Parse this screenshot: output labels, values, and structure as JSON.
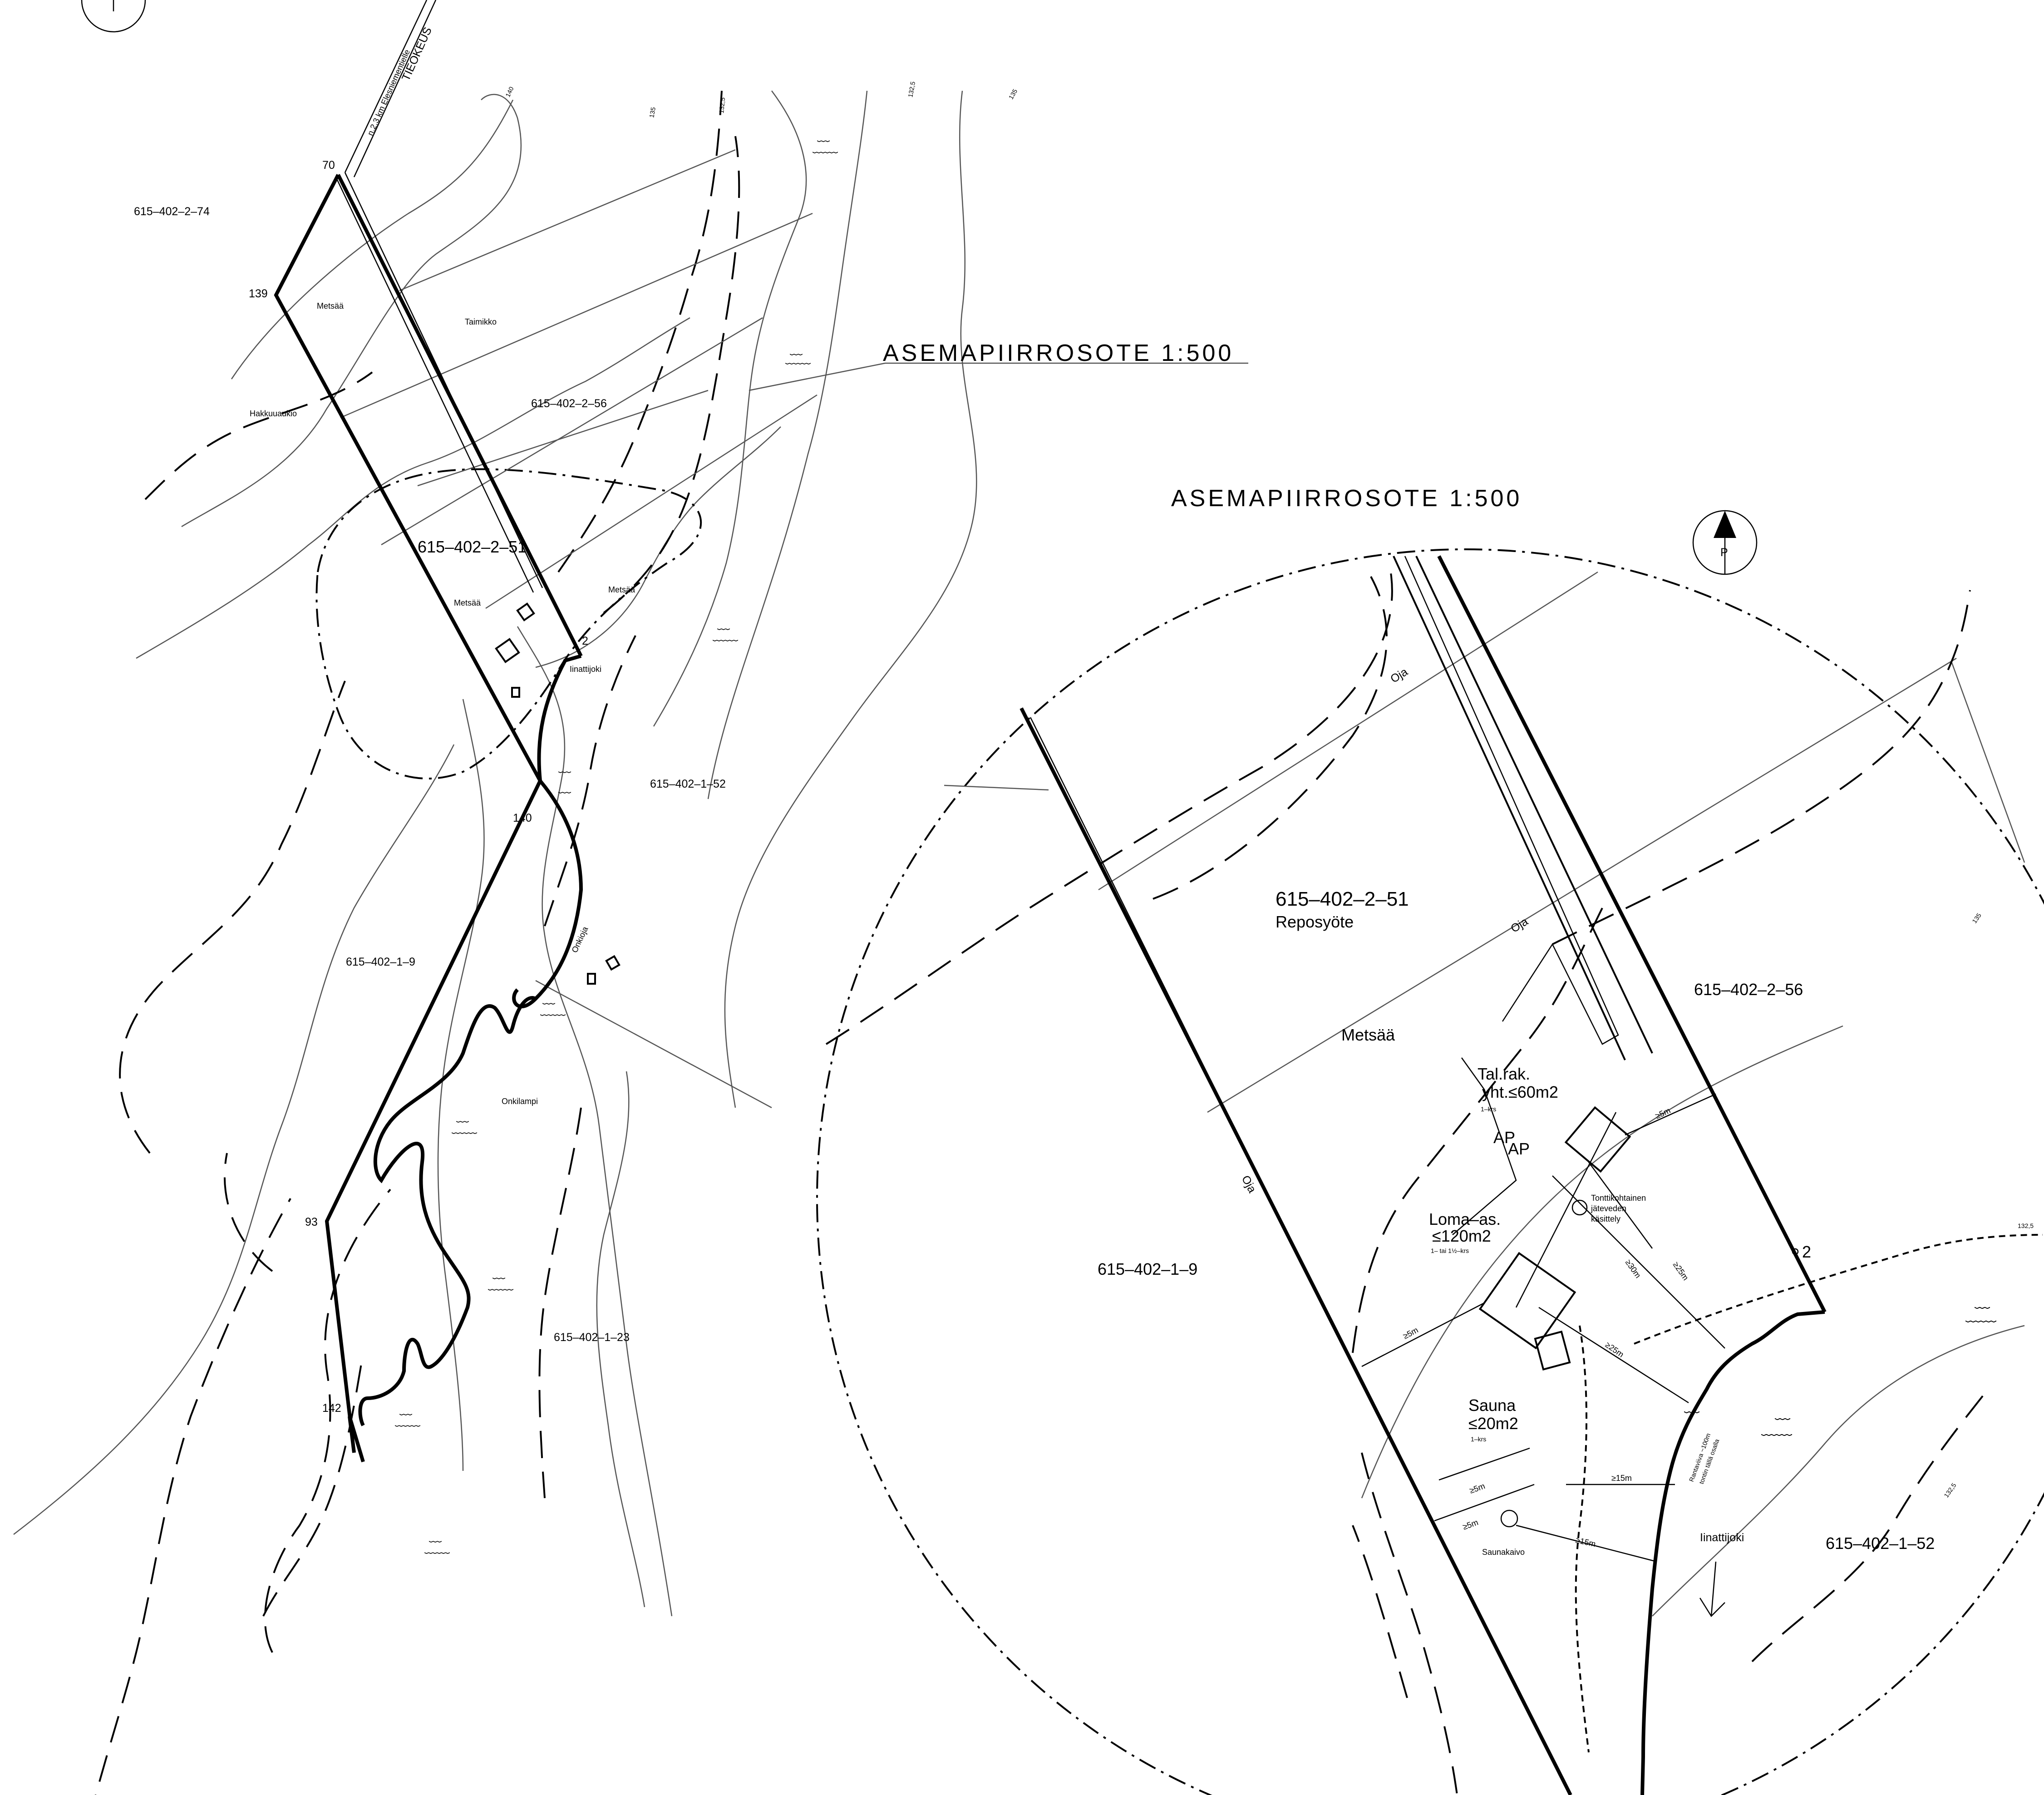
{
  "titles": {
    "overview": "ASEMAPIIRROSOTE 1:500",
    "detail": "ASEMAPIIRROSOTE 1:500"
  },
  "north_arrow": {
    "label": "P",
    "icon": "north-arrow-icon"
  },
  "road": {
    "label": "TIEOKEUS",
    "note": "n.2,3 km Elesniementielle"
  },
  "overview": {
    "parcels": {
      "p_2_74": "615–402–2–74",
      "p_2_56": "615–402–2–56",
      "p_2_51": "615–402–2–51",
      "p_1_52": "615–402–1–52",
      "p_1_9": "615–402–1–9",
      "p_1_23": "615–402–1–23"
    },
    "land": {
      "metsa_a": "Metsää",
      "metsa_b": "Metsää",
      "metsa_c": "Metsää",
      "taimikko": "Taimikko",
      "hakkuuaukio": "Hakkuuaukio"
    },
    "water": {
      "river": "Iinattijoki",
      "lake": "Onkilampi",
      "brook": "Onkioja"
    },
    "points": {
      "p70": "70",
      "p139": "139",
      "p2": "2",
      "p140": "140",
      "p93": "93",
      "p142": "142"
    },
    "contours": {
      "c140": "140",
      "c135": "135",
      "c1325a": "132,5",
      "c1325b": "132,5",
      "c135b": "135"
    }
  },
  "detail": {
    "parcels": {
      "main": "615–402–2–51",
      "main_name": "Reposyöte",
      "p_2_56": "615–402–2–56",
      "p_1_9": "615–402–1–9",
      "p_1_52": "615–402–1–52"
    },
    "land": {
      "metsa": "Metsää"
    },
    "ditches": {
      "oja_a": "Oja",
      "oja_b": "Oja",
      "oja_c": "Oja"
    },
    "buildings": {
      "talrak_title": "Tal.rak.",
      "talrak_area": "yht.≤60m2",
      "talrak_floors": "1–krs",
      "ap1": "AP",
      "ap2": "AP",
      "loma_title": "Loma–as.",
      "loma_area": "≤120m2",
      "loma_floors": "1– tai 1½–krs",
      "sauna_title": "Sauna",
      "sauna_area": "≤20m2",
      "sauna_floors": "1–krs",
      "saunakaivo": "Saunakaivo"
    },
    "notes": {
      "jatevesi1": "Tonttikohtainen",
      "jatevesi2": "jäteveden",
      "jatevesi3": "käsittely",
      "ranta1": "Rantaviiva ~100m",
      "ranta2": "tontin tällä osalla"
    },
    "distances": {
      "d5a": "≥5m",
      "d5b": "≥5m",
      "d5c": "≥5m",
      "d5d": "≥5m",
      "d30": "≥30m",
      "d25a": "≥25m",
      "d25b": "≥25m",
      "d15a": "≥15m",
      "d15b": "≥15m"
    },
    "water": {
      "river": "Iinattijoki"
    },
    "points": {
      "p2": "2"
    },
    "contours": {
      "c135": "135",
      "c1325a": "132,5",
      "c1325b": "132,5"
    }
  }
}
